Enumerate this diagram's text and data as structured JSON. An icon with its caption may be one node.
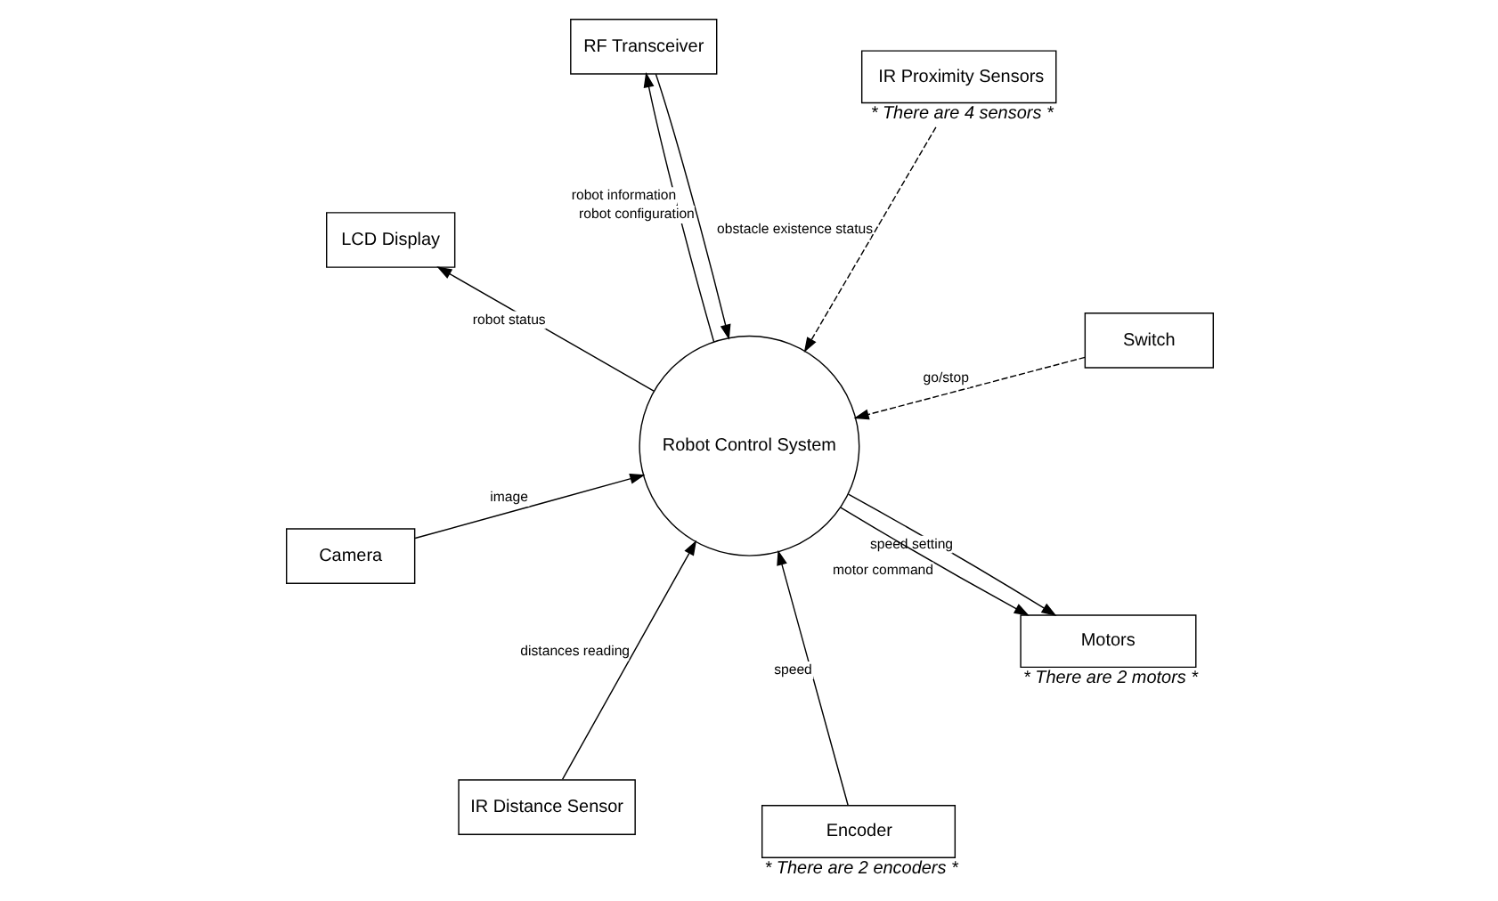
{
  "diagram": {
    "nodes": [
      {
        "text": [
          "Robot Control System"
        ]
      },
      {
        "text": [
          "Switch"
        ]
      },
      {
        "text": [
          "IR Distance Sensor"
        ]
      },
      {
        "text": [
          "LCD Display"
        ]
      },
      {
        "text": [
          "IR Proximity Sensors"
        ],
        "beside": [
          "* There are 4 sensors *"
        ]
      },
      {
        "text": [
          "RF Transceiver"
        ]
      },
      {
        "text": [
          "Camera"
        ]
      },
      {
        "text": [
          "Motors"
        ],
        "beside": [
          "* There are 2 motors *"
        ]
      },
      {
        "text": [
          "Encoder"
        ],
        "beside": [
          "* There are 2 encoders *"
        ]
      }
    ],
    "edges": [
      {
        "from": 1,
        "to": 0,
        "arrow": "to",
        "label": "go/stop",
        "style": "dashed"
      },
      {
        "from": 2,
        "to": 0,
        "arrow": "to",
        "label": "distances reading"
      },
      {
        "from": 0,
        "to": 3,
        "arrow": "to",
        "label": "robot status"
      },
      {
        "from": 4,
        "to": 0,
        "arrow": "to",
        "label": "obstacle existence status",
        "style": "dashed"
      },
      {
        "from": 0,
        "to": 5,
        "arrow": "to",
        "label": "robot information"
      },
      {
        "from": 5,
        "to": 0,
        "arrow": "to",
        "label": "robot configuration"
      },
      {
        "from": 6,
        "to": 0,
        "arrow": "to",
        "label": "image"
      },
      {
        "from": 0,
        "to": 7,
        "arrow": "to",
        "label": "speed setting"
      },
      {
        "from": 0,
        "to": 7,
        "arrow": "to",
        "label": "motor command"
      },
      {
        "from": 8,
        "to": 0,
        "arrow": "to",
        "label": "speed"
      }
    ]
  }
}
